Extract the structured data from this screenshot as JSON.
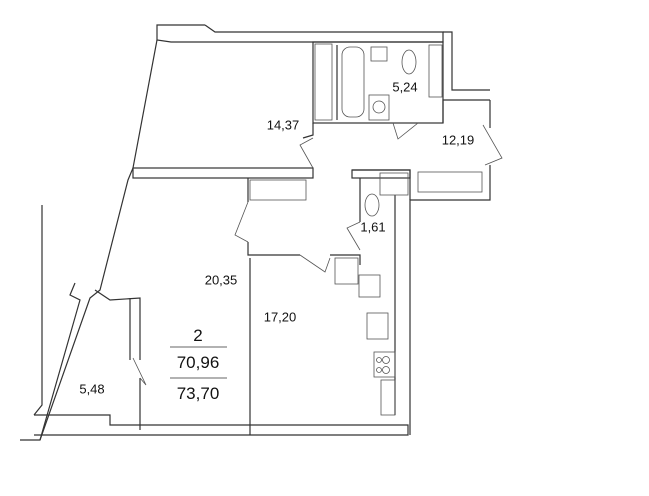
{
  "apartment": {
    "rooms_count": "2",
    "living_area": "70,96",
    "total_area": "73,70"
  },
  "rooms": {
    "bedroom": "14,37",
    "bathroom": "5,24",
    "loggia_right": "12,19",
    "toilet": "1,61",
    "living_room": "20,35",
    "kitchen": "17,20",
    "balcony": "5,48"
  },
  "colors": {
    "wall": "#333333",
    "background": "#ffffff"
  }
}
